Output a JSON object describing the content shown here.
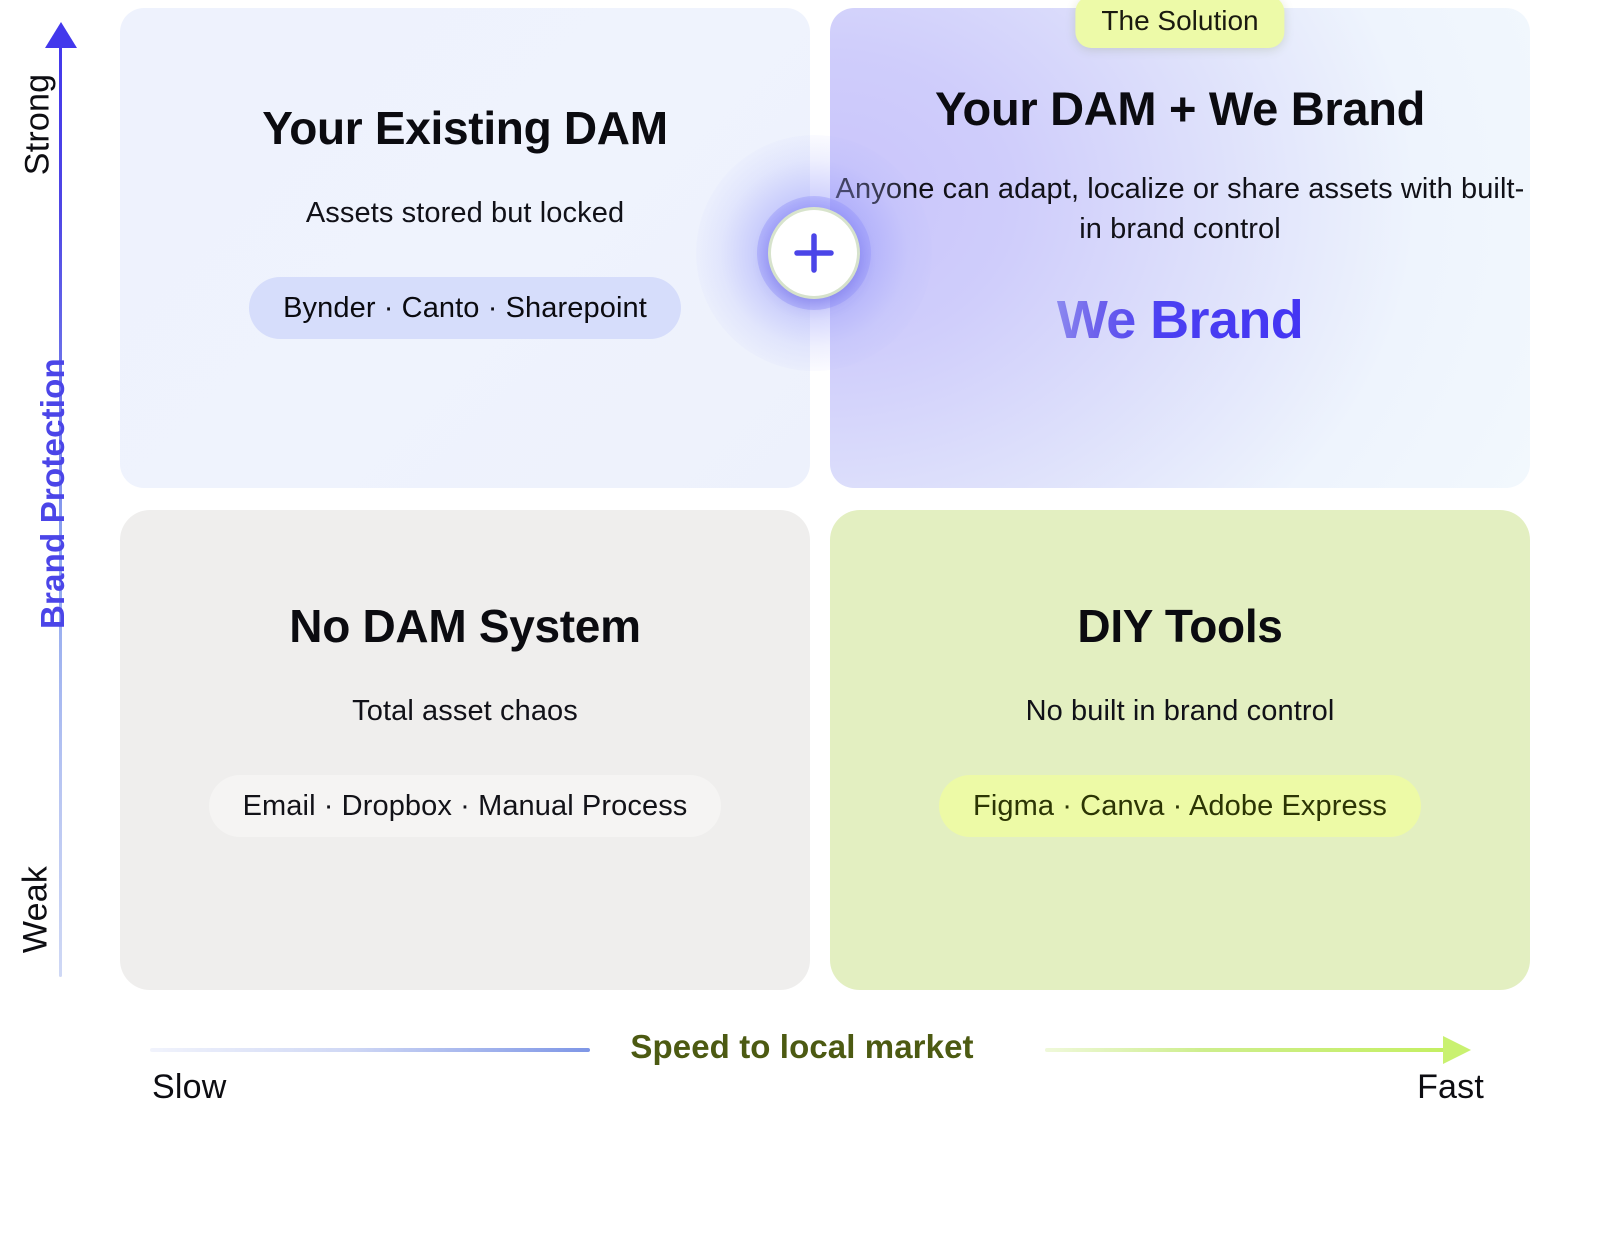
{
  "axes": {
    "y": {
      "title": "Brand Protection",
      "top_label": "Strong",
      "bottom_label": "Weak",
      "title_color": "#4b45e8",
      "arrow_color": "#4338ec",
      "direction": "up"
    },
    "x": {
      "title": "Speed to local market",
      "left_label": "Slow",
      "right_label": "Fast",
      "title_color": "#4c5a12",
      "arrow_color": "#c9f170",
      "direction": "right"
    }
  },
  "connector": {
    "icon": "plus-icon",
    "symbol": "+",
    "color": "#4b45e8"
  },
  "quadrants": [
    {
      "id": "top-left",
      "title": "Your Existing DAM",
      "subtitle": "Assets stored but locked",
      "chip": "Bynder · Canto · Sharepoint",
      "badge": null,
      "brandmark": null,
      "bg": "#eef2fd",
      "border": "#8fb8e8",
      "chip_bg": "#d6ddfb"
    },
    {
      "id": "top-right",
      "title": "Your DAM + We Brand",
      "subtitle": "Anyone can adapt, localize or share assets with built-in brand control",
      "chip": null,
      "badge": "The Solution",
      "brandmark": "We Brand",
      "bg": "#d7d9fb",
      "border": "#4540e8",
      "badge_bg": "#edfaa8",
      "brandmark_color": "#4b40f2"
    },
    {
      "id": "bottom-left",
      "title": "No DAM System",
      "subtitle": "Total asset chaos",
      "chip": "Email · Dropbox · Manual Process",
      "badge": null,
      "brandmark": null,
      "bg": "#efeeed",
      "border": null,
      "chip_bg": "#f7f7f4"
    },
    {
      "id": "bottom-right",
      "title": "DIY Tools",
      "subtitle": "No built in brand control",
      "chip": "Figma · Canva · Adobe Express",
      "badge": null,
      "brandmark": null,
      "bg": "#e3efc1",
      "border": null,
      "chip_bg": "#edfaa6"
    }
  ]
}
